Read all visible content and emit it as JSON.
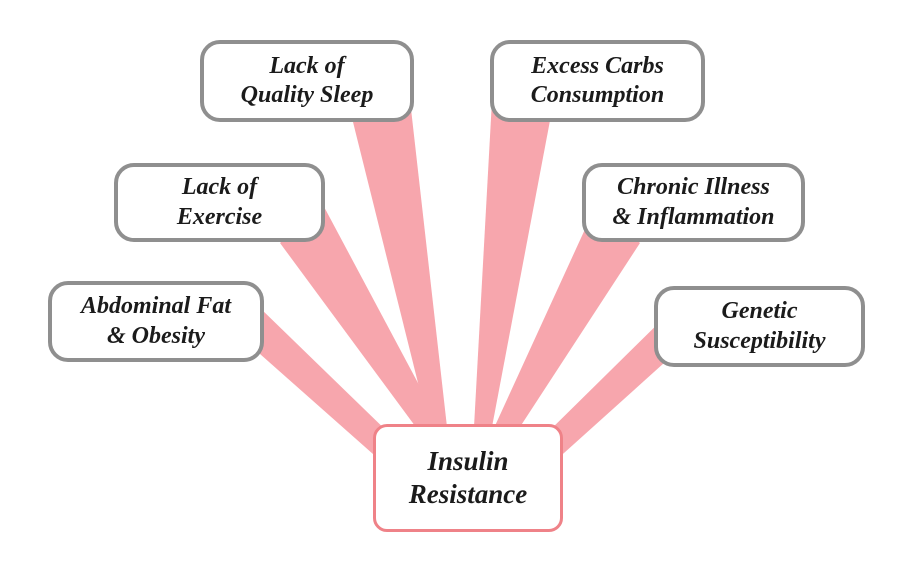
{
  "diagram": {
    "center": {
      "label": "Insulin\nResistance"
    },
    "factors": [
      {
        "id": "lack-of-quality-sleep",
        "label": "Lack of\nQuality Sleep"
      },
      {
        "id": "excess-carbs-consumption",
        "label": "Excess Carbs\nConsumption"
      },
      {
        "id": "lack-of-exercise",
        "label": "Lack of\nExercise"
      },
      {
        "id": "chronic-illness-inflammation",
        "label": "Chronic Illness\n& Inflammation"
      },
      {
        "id": "abdominal-fat-obesity",
        "label": "Abdominal Fat\n& Obesity"
      },
      {
        "id": "genetic-susceptibility",
        "label": "Genetic\nSusceptibility"
      }
    ],
    "colors": {
      "connector": "#f7a6ad",
      "box_border": "#8f8f8f",
      "center_border": "#ef8288",
      "text": "#1b1b1b",
      "background": "#ffffff"
    }
  }
}
